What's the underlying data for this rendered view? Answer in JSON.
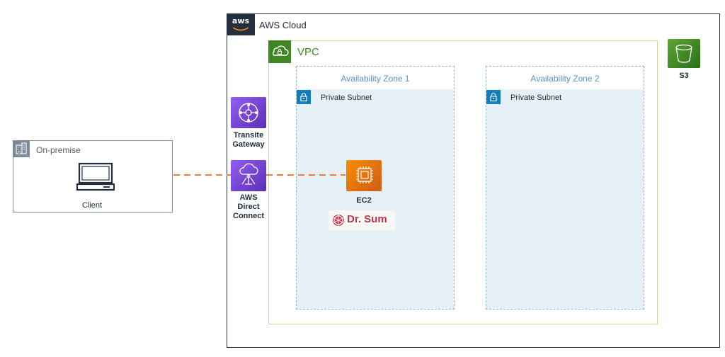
{
  "aws_cloud": {
    "logo_text": "aws",
    "label": "AWS Cloud"
  },
  "vpc": {
    "label": "VPC"
  },
  "zones": [
    {
      "label": "Availability Zone 1",
      "subnet": "Private Subnet"
    },
    {
      "label": "Availability Zone 2",
      "subnet": "Private Subnet"
    }
  ],
  "services": {
    "transit_gateway": "Transite\nGateway",
    "direct_connect": "AWS\nDirect\nConnect",
    "ec2": "EC2",
    "s3": "S3"
  },
  "onpremise": {
    "label": "On-premise",
    "client": "Client"
  },
  "logo": {
    "text": "Dr. Sum"
  },
  "colors": {
    "aws_dark": "#232f3e",
    "vpc_green": "#3f8624",
    "zone_blue": "#5a8fbf",
    "subnet_fill": "#e6f0f7",
    "connection_orange": "#ed7d31",
    "service_purple": "#7b45d6",
    "service_orange": "#e8710f",
    "service_green": "#3f8624",
    "drsum_red": "#c0354d"
  }
}
